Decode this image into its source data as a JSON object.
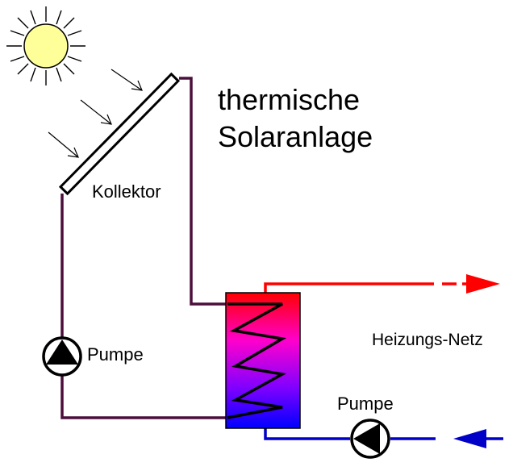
{
  "diagram": {
    "title_line1": "thermische",
    "title_line2": "Solaranlage",
    "collector_label": "Kollektor",
    "pump_left_label": "Pumpe",
    "pump_right_label": "Pumpe",
    "network_label": "Heizungs-Netz",
    "icons": {
      "sun": "sun-icon",
      "sun_rays": "sun-ray-arrow-icon",
      "pump": "pump-icon",
      "flow_arrow": "flow-arrow-icon"
    },
    "colors": {
      "solar_circuit": "#4b0f3c",
      "supply_hot": "#ff0000",
      "return_cold": "#0000c8",
      "sun_fill": "#ffff99",
      "tank_gradient": [
        "#ff0000",
        "#ff00cc",
        "#8000ff",
        "#0000ff"
      ]
    }
  }
}
